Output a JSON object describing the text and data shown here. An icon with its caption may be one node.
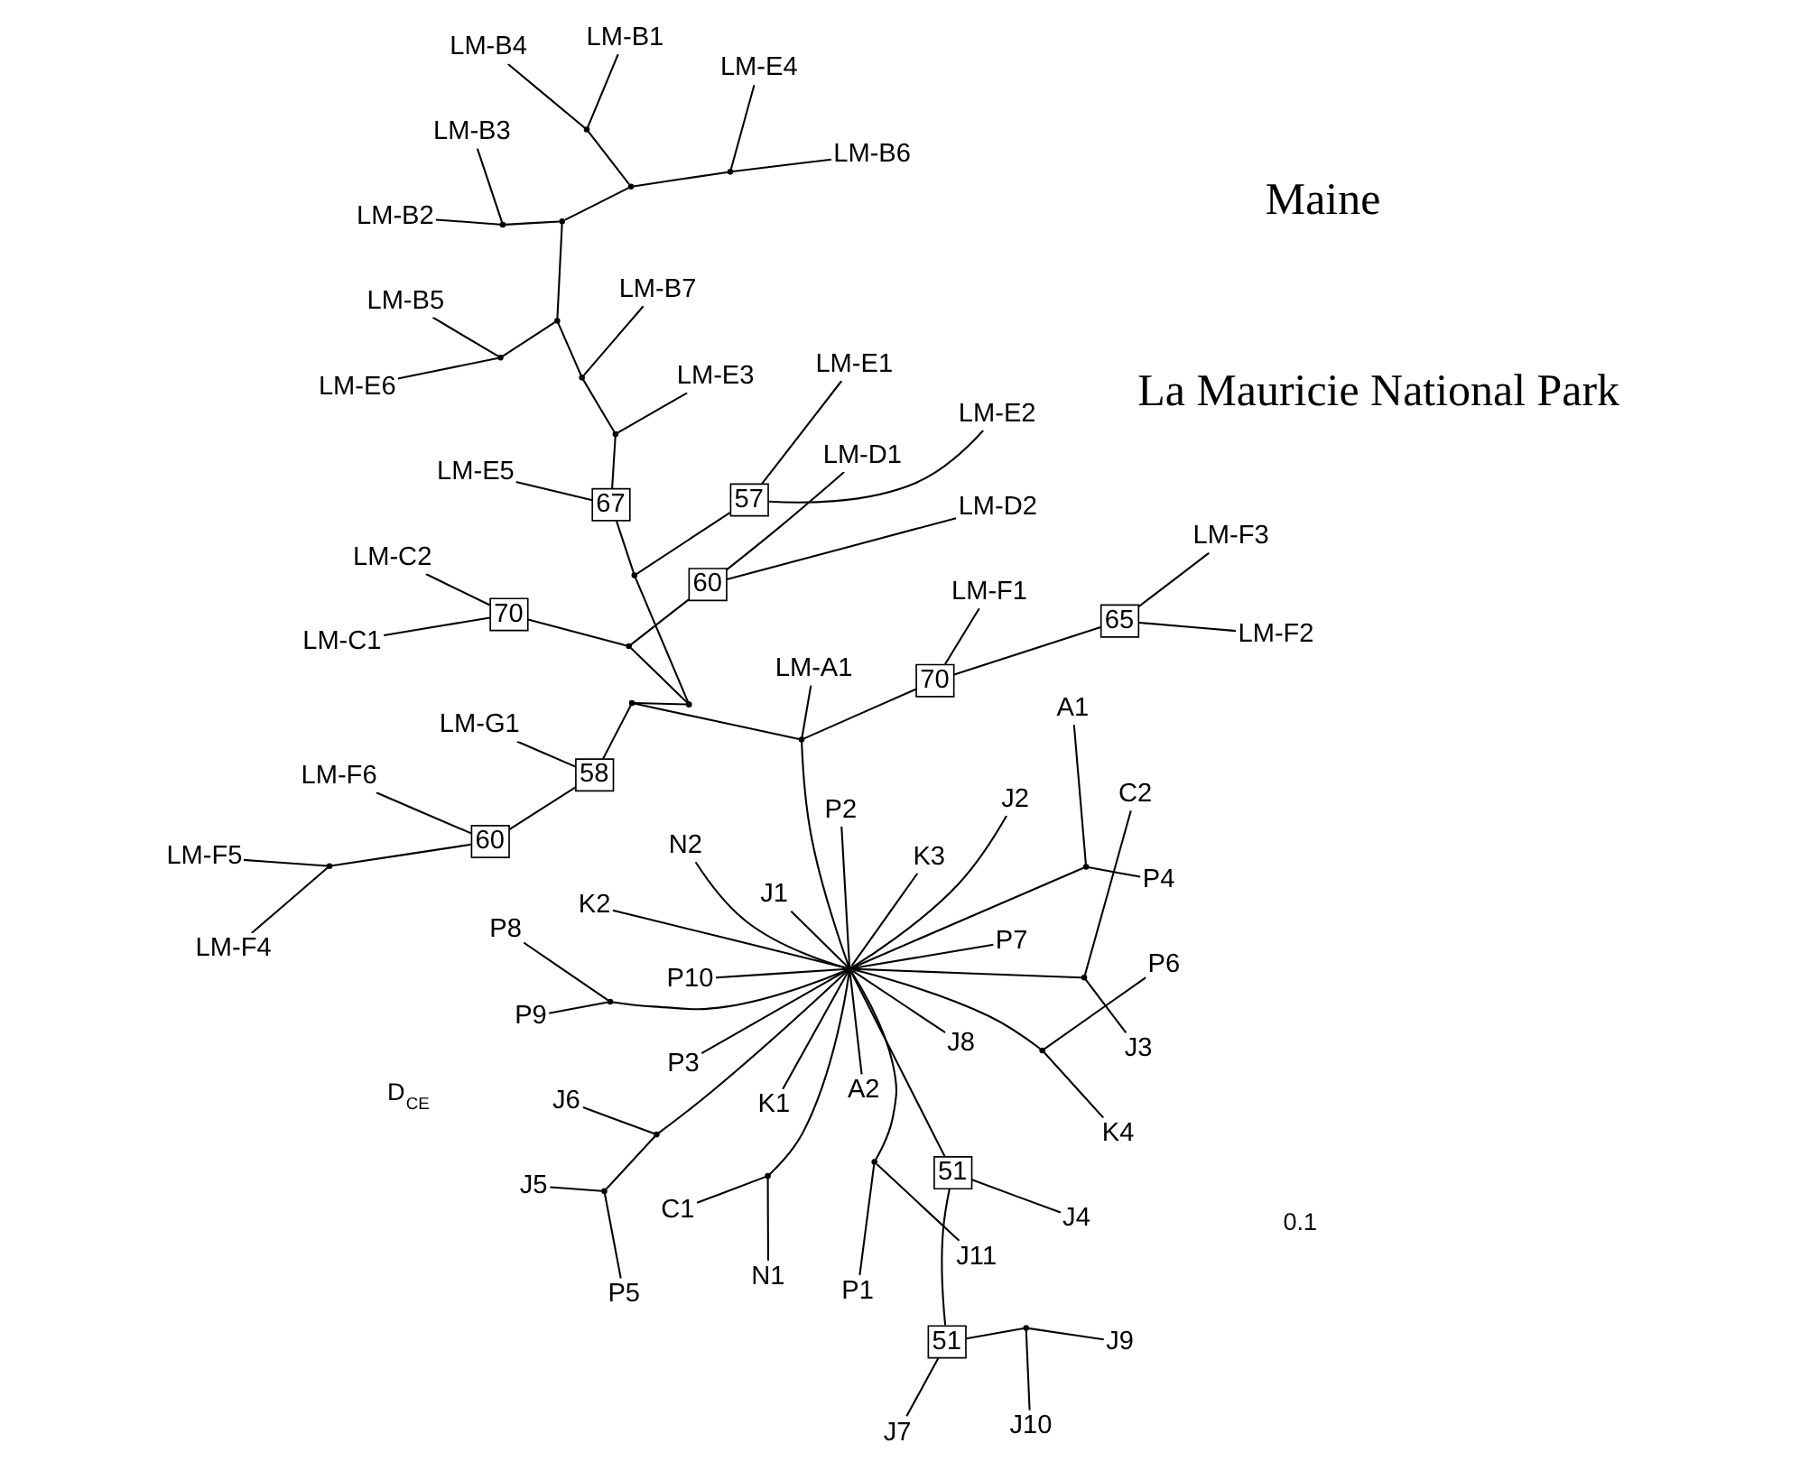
{
  "diagram": {
    "nodes": [
      {
        "text": [
          "J10"
        ]
      },
      {
        "text": [
          "J9"
        ]
      },
      {
        "text": [
          "J7"
        ]
      },
      {
        "text": [
          "A1"
        ]
      },
      {
        "text": [
          "P4"
        ]
      },
      {
        "text": [
          "J5"
        ]
      },
      {
        "text": [
          "J6"
        ]
      },
      {
        "text": [
          "P5"
        ]
      },
      {
        "text": [
          "51"
        ]
      },
      {
        "text": [
          "J4"
        ]
      },
      {
        "text": [
          "A2"
        ]
      },
      {
        "text": [
          "P10"
        ]
      },
      {
        "text": [
          "K4"
        ]
      },
      {
        "text": [
          "P6"
        ]
      },
      {
        "text": [
          "P8"
        ]
      },
      {
        "text": [
          "51"
        ]
      },
      {
        "text": [
          "J8"
        ]
      },
      {
        "text": [
          "N2"
        ]
      },
      {
        "text": [
          "P9"
        ]
      },
      {
        "text": [
          "K2"
        ]
      },
      {
        "text": [
          "K1"
        ]
      },
      {
        "text": [
          "P3"
        ]
      },
      {
        "text": [
          "J2"
        ]
      },
      {
        "text": [
          "C2"
        ]
      },
      {
        "text": [
          "P2"
        ]
      },
      {
        "text": [
          "J3"
        ]
      },
      {
        "text": [
          "J11"
        ]
      },
      {
        "text": [
          "J1"
        ]
      },
      {
        "text": [
          "P1"
        ]
      },
      {
        "text": [
          "P7"
        ]
      },
      {
        "text": [
          "K3"
        ]
      },
      {
        "text": [
          "N1"
        ]
      },
      {
        "text": [
          "C1"
        ]
      },
      {
        "text": [
          "LM-E6"
        ]
      },
      {
        "text": [
          "LM-B5"
        ]
      },
      {
        "text": [
          "LM-E2"
        ]
      },
      {
        "text": [
          "LM-E1"
        ]
      },
      {
        "text": [
          "57"
        ]
      },
      {
        "text": [
          "LM-B2"
        ]
      },
      {
        "text": [
          "LM-A1"
        ]
      },
      {
        "text": [
          "LM-B3"
        ]
      },
      {
        "text": [
          "70"
        ]
      },
      {
        "text": [
          "LM-F1"
        ]
      },
      {
        "text": [
          "58"
        ]
      },
      {
        "text": [
          "LM-B6"
        ]
      },
      {
        "text": [
          "67"
        ]
      },
      {
        "text": [
          "LM-F2"
        ]
      },
      {
        "text": [
          "65"
        ]
      },
      {
        "text": [
          "LM-E4"
        ]
      },
      {
        "text": [
          "70"
        ]
      },
      {
        "text": [
          "60"
        ]
      },
      {
        "text": [
          "60"
        ]
      },
      {
        "text": [
          "LM-G1"
        ]
      },
      {
        "text": [
          "LM-B1"
        ]
      },
      {
        "text": [
          "LM-B7"
        ]
      },
      {
        "text": [
          "LM-E3"
        ]
      },
      {
        "text": [
          "LM-E5"
        ]
      },
      {
        "text": [
          "LM-B4"
        ]
      },
      {
        "text": [
          "LM-F3"
        ]
      },
      {
        "text": [
          "LM-C1"
        ]
      },
      {
        "text": [
          "LM-C2"
        ]
      },
      {
        "text": [
          "LM-D1"
        ]
      },
      {
        "text": [
          "LM-F6"
        ]
      },
      {
        "text": [
          "LM-D2"
        ]
      },
      {
        "text": [
          "LM-F4"
        ]
      },
      {
        "text": [
          "LM-F5"
        ]
      },
      {
        "text": [],
        "shape": "point"
      },
      {
        "text": [],
        "shape": "point"
      },
      {
        "text": [],
        "shape": "point"
      },
      {
        "text": [],
        "shape": "point"
      },
      {
        "text": [],
        "shape": "point"
      },
      {
        "text": [],
        "shape": "point"
      },
      {
        "text": [],
        "shape": "point"
      },
      {
        "text": [],
        "shape": "point"
      },
      {
        "text": [],
        "shape": "point"
      },
      {
        "text": [],
        "shape": "point"
      },
      {
        "text": [],
        "shape": "point"
      },
      {
        "text": [],
        "shape": "point"
      },
      {
        "text": [],
        "shape": "point"
      },
      {
        "text": [],
        "shape": "point"
      },
      {
        "text": [],
        "shape": "point"
      },
      {
        "text": [],
        "shape": "point"
      },
      {
        "text": [],
        "shape": "point"
      },
      {
        "text": [],
        "shape": "point"
      },
      {
        "text": [],
        "shape": "point"
      },
      {
        "text": [],
        "shape": "point"
      },
      {
        "text": [],
        "shape": "point"
      },
      {
        "text": [],
        "shape": "point"
      },
      {
        "text": [],
        "shape": "point"
      },
      {
        "text": [],
        "shape": "point"
      },
      {
        "text": [],
        "shape": "point"
      }
    ],
    "edges": [
      {
        "from": 0,
        "to": 66,
        "arrow": "none"
      },
      {
        "from": 1,
        "to": 66,
        "arrow": "none"
      },
      {
        "from": 66,
        "to": 8,
        "arrow": "none"
      },
      {
        "from": 2,
        "to": 8,
        "arrow": "none"
      },
      {
        "from": 8,
        "to": 15,
        "arrow": "none"
      },
      {
        "from": 9,
        "to": 15,
        "arrow": "none"
      },
      {
        "from": 15,
        "to": 75,
        "arrow": "none"
      },
      {
        "from": 3,
        "to": 67,
        "arrow": "none"
      },
      {
        "from": 4,
        "to": 67,
        "arrow": "none"
      },
      {
        "from": 67,
        "to": 75,
        "arrow": "none"
      },
      {
        "from": 16,
        "to": 75,
        "arrow": "none"
      },
      {
        "from": 10,
        "to": 75,
        "arrow": "none"
      },
      {
        "from": 17,
        "to": 75,
        "arrow": "none"
      },
      {
        "from": 11,
        "to": 75,
        "arrow": "none"
      },
      {
        "from": 5,
        "to": 68,
        "arrow": "none"
      },
      {
        "from": 7,
        "to": 68,
        "arrow": "none"
      },
      {
        "from": 68,
        "to": 69,
        "arrow": "none"
      },
      {
        "from": 6,
        "to": 69,
        "arrow": "none"
      },
      {
        "from": 69,
        "to": 75,
        "arrow": "none"
      },
      {
        "from": 14,
        "to": 70,
        "arrow": "none"
      },
      {
        "from": 18,
        "to": 70,
        "arrow": "none"
      },
      {
        "from": 70,
        "to": 75,
        "arrow": "none"
      },
      {
        "from": 23,
        "to": 71,
        "arrow": "none"
      },
      {
        "from": 25,
        "to": 71,
        "arrow": "none"
      },
      {
        "from": 71,
        "to": 75,
        "arrow": "none"
      },
      {
        "from": 22,
        "to": 75,
        "arrow": "none"
      },
      {
        "from": 27,
        "to": 75,
        "arrow": "none"
      },
      {
        "from": 29,
        "to": 75,
        "arrow": "none"
      },
      {
        "from": 12,
        "to": 72,
        "arrow": "none"
      },
      {
        "from": 13,
        "to": 72,
        "arrow": "none"
      },
      {
        "from": 72,
        "to": 75,
        "arrow": "none"
      },
      {
        "from": 19,
        "to": 75,
        "arrow": "none"
      },
      {
        "from": 20,
        "to": 75,
        "arrow": "none"
      },
      {
        "from": 21,
        "to": 75,
        "arrow": "none"
      },
      {
        "from": 24,
        "to": 75,
        "arrow": "none"
      },
      {
        "from": 26,
        "to": 73,
        "arrow": "none"
      },
      {
        "from": 28,
        "to": 73,
        "arrow": "none"
      },
      {
        "from": 73,
        "to": 75,
        "arrow": "none"
      },
      {
        "from": 31,
        "to": 74,
        "arrow": "none"
      },
      {
        "from": 32,
        "to": 74,
        "arrow": "none"
      },
      {
        "from": 74,
        "to": 75,
        "arrow": "none"
      },
      {
        "from": 30,
        "to": 75,
        "arrow": "none"
      },
      {
        "from": 75,
        "to": 76,
        "arrow": "none"
      },
      {
        "from": 76,
        "to": 39,
        "arrow": "none"
      },
      {
        "from": 76,
        "to": 41,
        "arrow": "none"
      },
      {
        "from": 41,
        "to": 42,
        "arrow": "none"
      },
      {
        "from": 41,
        "to": 47,
        "arrow": "none"
      },
      {
        "from": 47,
        "to": 46,
        "arrow": "none"
      },
      {
        "from": 47,
        "to": 58,
        "arrow": "none"
      },
      {
        "from": 76,
        "to": 77,
        "arrow": "none"
      },
      {
        "from": 77,
        "to": 43,
        "arrow": "none"
      },
      {
        "from": 43,
        "to": 52,
        "arrow": "none"
      },
      {
        "from": 43,
        "to": 51,
        "arrow": "none"
      },
      {
        "from": 51,
        "to": 62,
        "arrow": "none"
      },
      {
        "from": 51,
        "to": 81,
        "arrow": "none"
      },
      {
        "from": 81,
        "to": 64,
        "arrow": "none"
      },
      {
        "from": 81,
        "to": 65,
        "arrow": "none"
      },
      {
        "from": 77,
        "to": 78,
        "arrow": "none"
      },
      {
        "from": 78,
        "to": 79,
        "arrow": "none"
      },
      {
        "from": 79,
        "to": 49,
        "arrow": "none"
      },
      {
        "from": 49,
        "to": 59,
        "arrow": "none"
      },
      {
        "from": 49,
        "to": 60,
        "arrow": "none"
      },
      {
        "from": 79,
        "to": 50,
        "arrow": "none"
      },
      {
        "from": 50,
        "to": 61,
        "arrow": "none"
      },
      {
        "from": 50,
        "to": 63,
        "arrow": "none"
      },
      {
        "from": 78,
        "to": 80,
        "arrow": "none"
      },
      {
        "from": 80,
        "to": 37,
        "arrow": "none"
      },
      {
        "from": 37,
        "to": 35,
        "arrow": "none"
      },
      {
        "from": 37,
        "to": 36,
        "arrow": "none"
      },
      {
        "from": 80,
        "to": 45,
        "arrow": "none"
      },
      {
        "from": 45,
        "to": 56,
        "arrow": "none"
      },
      {
        "from": 45,
        "to": 82,
        "arrow": "none"
      },
      {
        "from": 82,
        "to": 55,
        "arrow": "none"
      },
      {
        "from": 82,
        "to": 83,
        "arrow": "none"
      },
      {
        "from": 83,
        "to": 54,
        "arrow": "none"
      },
      {
        "from": 83,
        "to": 84,
        "arrow": "none"
      },
      {
        "from": 84,
        "to": 85,
        "arrow": "none"
      },
      {
        "from": 85,
        "to": 33,
        "arrow": "none"
      },
      {
        "from": 85,
        "to": 34,
        "arrow": "none"
      },
      {
        "from": 84,
        "to": 86,
        "arrow": "none"
      },
      {
        "from": 86,
        "to": 87,
        "arrow": "none"
      },
      {
        "from": 87,
        "to": 38,
        "arrow": "none"
      },
      {
        "from": 87,
        "to": 40,
        "arrow": "none"
      },
      {
        "from": 86,
        "to": 88,
        "arrow": "none"
      },
      {
        "from": 88,
        "to": 89,
        "arrow": "none"
      },
      {
        "from": 89,
        "to": 44,
        "arrow": "none"
      },
      {
        "from": 89,
        "to": 48,
        "arrow": "none"
      },
      {
        "from": 88,
        "to": 90,
        "arrow": "none"
      },
      {
        "from": 90,
        "to": 53,
        "arrow": "none"
      },
      {
        "from": 90,
        "to": 57,
        "arrow": "none"
      }
    ],
    "labels": [
      "D$_{CE}$",
      "0.1",
      "Maine",
      "La Mauricie National Park"
    ]
  }
}
